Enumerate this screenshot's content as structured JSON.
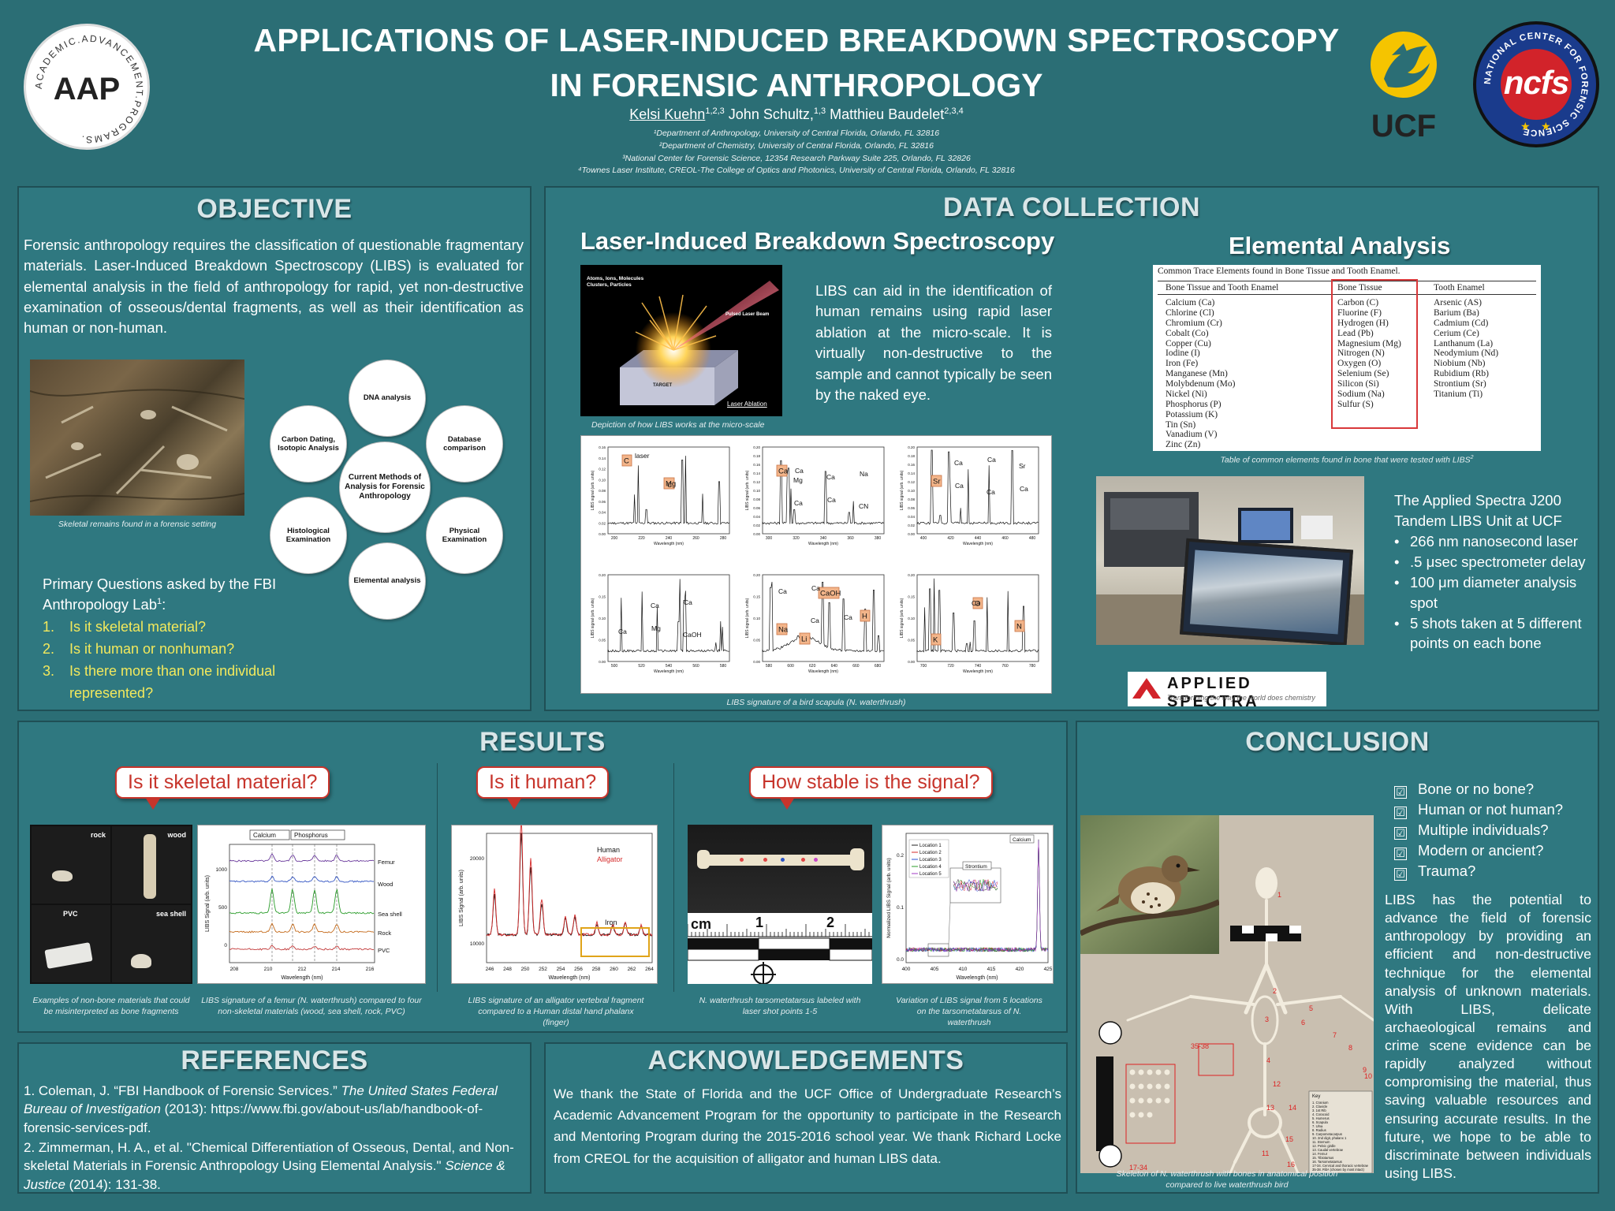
{
  "header": {
    "title_line1": "APPLICATIONS OF LASER-INDUCED BREAKDOWN SPECTROSCOPY",
    "title_line2": "IN FORENSIC ANTHROPOLOGY",
    "author1": "Kelsi Kuehn",
    "author1_sup": "1,2,3",
    "author2": " John Schultz,",
    "author2_sup": "1,3",
    "author3": " Matthieu Baudelet",
    "author3_sup": "2,3,4",
    "affil1": "¹Department of Anthropology, University of Central Florida, Orlando, FL 32816",
    "affil2": "²Department of Chemistry, University of Central Florida, Orlando, FL 32816",
    "affil3": "³National Center for Forensic Science, 12354 Research Parkway Suite 225, Orlando, FL 32826",
    "affil4": "⁴Townes Laser Institute, CREOL-The College of Optics and Photonics, University of Central Florida, Orlando, FL 32816",
    "logo_aap_text": "AAP",
    "logo_aap_ring": "ACADEMIC.ADVANCEMENT.PROGRAMS.",
    "logo_ucf_text": "UCF",
    "logo_ncfs_text": "ncfs",
    "logo_ncfs_ring": "NATIONAL CENTER FOR FORENSIC SCIENCE"
  },
  "objective": {
    "title": "OBJECTIVE",
    "text": "Forensic anthropology requires the classification of questionable fragmentary materials. Laser-Induced Breakdown Spectroscopy (LIBS) is evaluated for elemental analysis in the field of anthropology for rapid, yet non-destructive examination of osseous/dental fragments, as well as their identification as human or non-human.",
    "photo_caption": "Skeletal remains found in a forensic setting",
    "diagram": {
      "center": "Current Methods of Analysis for Forensic Anthropology",
      "nodes": [
        "DNA analysis",
        "Database comparison",
        "Physical Examination",
        "Elemental analysis",
        "Histological Examination",
        "Carbon Dating, Isotopic Analysis"
      ]
    },
    "questions_heading": "Primary Questions asked by the FBI Anthropology Lab",
    "questions_sup": "1",
    "questions_colon": ":",
    "questions": [
      {
        "num": "1.",
        "text": "Is it skeletal material?"
      },
      {
        "num": "2.",
        "text": "Is it human or nonhuman?"
      },
      {
        "num": "3.",
        "text": "Is there more than one individual represented?"
      }
    ]
  },
  "data_collection": {
    "title": "DATA COLLECTION",
    "libs_title": "Laser-Induced Breakdown Spectroscopy",
    "libs_text": "LIBS can aid in the identification of human remains using rapid laser ablation at the micro-scale. It is virtually non-destructive to the sample and cannot typically be seen by the naked eye.",
    "libs_img_labels": {
      "top": "Atoms, Ions, Molecules Clusters, Particles",
      "beam": "Pulsed Laser Beam",
      "target": "TARGET",
      "ablation": "Laser Ablation"
    },
    "libs_img_caption": "Depiction of how LIBS works at the micro-scale",
    "spectra_caption": "LIBS signature of a bird scapula (N. waterthrush)",
    "spectra_ylabel": "LIBS signal (arb. units)",
    "spectra_xlabel": "Wavelength (nm)",
    "spectra_panels": [
      {
        "labels": [
          "C",
          "Mg"
        ],
        "text": [
          "laser",
          "C"
        ],
        "ticks": [
          "200",
          "220",
          "240",
          "260",
          "280"
        ],
        "y": [
          "0.16",
          "0.14",
          "0.12",
          "0.10",
          "0.08",
          "0.06",
          "0.04",
          "0.02",
          "0.00"
        ]
      },
      {
        "labels": [
          "Ca"
        ],
        "text": [
          "Ca",
          "Ca",
          "Na",
          "Ca",
          "Ca",
          "CN",
          "Mg"
        ],
        "ticks": [
          "300",
          "320",
          "340",
          "360",
          "380"
        ],
        "y": [
          "0.20",
          "0.18",
          "0.16",
          "0.14",
          "0.12",
          "0.10",
          "0.08",
          "0.06",
          "0.04",
          "0.02",
          "0.00"
        ]
      },
      {
        "labels": [
          "Sr"
        ],
        "text": [
          "Ca",
          "Ca",
          "Ca",
          "Ca",
          "Ca",
          "Sr"
        ],
        "ticks": [
          "400",
          "420",
          "440",
          "460",
          "480"
        ],
        "y": [
          "0.20",
          "0.18",
          "0.16",
          "0.14",
          "0.12",
          "0.10",
          "0.08",
          "0.06",
          "0.04",
          "0.02",
          "0.00"
        ]
      },
      {
        "labels": [],
        "text": [
          "Mg",
          "Ca",
          "Ca",
          "Ca",
          "CaOH"
        ],
        "ticks": [
          "500",
          "520",
          "540",
          "560",
          "580"
        ],
        "y": [
          "0.20",
          "0.15",
          "0.10",
          "0.05",
          "0.00"
        ]
      },
      {
        "labels": [
          "Na",
          "CaOH",
          "H",
          "Li"
        ],
        "text": [
          "Ca",
          "Ca",
          "Ca",
          "Ca"
        ],
        "ticks": [
          "580",
          "600",
          "620",
          "640",
          "660",
          "680"
        ],
        "y": [
          "0.20",
          "0.15",
          "0.10",
          "0.05",
          "0.00"
        ]
      },
      {
        "labels": [
          "K",
          "O",
          "N"
        ],
        "text": [
          "Ca"
        ],
        "ticks": [
          "700",
          "720",
          "740",
          "760",
          "780"
        ],
        "y": [
          "0.20",
          "0.15",
          "0.10",
          "0.05",
          "0.00"
        ]
      }
    ],
    "elemental_title": "Elemental Analysis",
    "table": {
      "heading": "Common Trace Elements found in Bone Tissue and Tooth Enamel.",
      "col1_head": "Bone Tissue and Tooth Enamel",
      "col2_head": "Bone Tissue",
      "col3_head": "Tooth Enamel",
      "col1": [
        "Calcium (Ca)",
        "Chlorine (Cl)",
        "Chromium (Cr)",
        "Cobalt (Co)",
        "Copper (Cu)",
        "Iodine (I)",
        "Iron (Fe)",
        "Manganese (Mn)",
        "Molybdenum (Mo)",
        "Nickel (Ni)",
        "Phosphorus (P)",
        "Potassium (K)",
        "Tin (Sn)",
        "Vanadium (V)",
        "Zinc (Zn)"
      ],
      "col2": [
        "Carbon (C)",
        "Fluorine (F)",
        "Hydrogen (H)",
        "Lead (Pb)",
        "Magnesium (Mg)",
        "Nitrogen (N)",
        "Oxygen (O)",
        "Selenium (Se)",
        "Silicon (Si)",
        "Sodium (Na)",
        "Sulfur (S)"
      ],
      "col3": [
        "Arsenic (AS)",
        "Barium (Ba)",
        "Cadmium (Cd)",
        "Cerium (Ce)",
        "Lanthanum (La)",
        "Neodymium (Nd)",
        "Niobium (Nb)",
        "Rubidium (Rb)",
        "Strontium (Sr)",
        "Titanium (Ti)"
      ],
      "caption": "Table of common elements found in bone that were tested with LIBS",
      "caption_sup": "2"
    },
    "instrument_text": "The Applied Spectra J200 Tandem LIBS Unit at UCF",
    "instrument_bullets": [
      "266 nm nanosecond laser",
      ".5 μsec spectrometer delay",
      "100 μm diameter analysis spot",
      "5 shots taken at 5 different points on each bone"
    ],
    "applied_spectra_logo": "APPLIED SPECTRA",
    "applied_spectra_tagline": "Transforming the way the world does chemistry"
  },
  "results": {
    "title": "RESULTS",
    "callouts": [
      "Is it skeletal material?",
      "Is it human?",
      "How stable is the signal?"
    ],
    "materials_labels": [
      "rock",
      "wood",
      "PVC",
      "sea shell"
    ],
    "materials_caption": "Examples of non-bone materials that could be misinterpreted as bone fragments",
    "femur_chart": {
      "tags": [
        "Calcium",
        "Phosphorus"
      ],
      "series": [
        "Femur",
        "Wood",
        "Sea shell",
        "Rock",
        "PVC"
      ],
      "ylabel": "LIBS Signal (arb. units)",
      "yticks": [
        "1000",
        "500",
        "0"
      ],
      "xticks": [
        "208",
        "210",
        "212",
        "214",
        "216"
      ],
      "xlabel": "Wavelength (nm)",
      "caption": "LIBS signature of a femur (N. waterthrush) compared to four non-skeletal materials (wood, sea shell, rock, PVC)"
    },
    "human_chart": {
      "legend": [
        "Human",
        "Alligator"
      ],
      "annotation": "Iron",
      "ylabel": "LIBS Signal (arb. units)",
      "yticks": [
        "20000",
        "10000"
      ],
      "xticks": [
        "246",
        "248",
        "250",
        "252",
        "254",
        "256",
        "258",
        "260",
        "262",
        "264"
      ],
      "xlabel": "Wavelength (nm)",
      "caption": "LIBS signature of an alligator vertebral fragment compared to a Human distal hand phalanx (finger)"
    },
    "bone_photo": {
      "scale_cm": "cm",
      "scale_1": "1",
      "scale_2": "2"
    },
    "bone_caption": "N. waterthrush tarsometatarsus labeled with laser shot points 1-5",
    "stable_chart": {
      "legend": [
        "Location 1",
        "Location 2",
        "Location 3",
        "Location 4",
        "Location 5"
      ],
      "tags": [
        "Calcium",
        "Strontium"
      ],
      "ylabel": "Normalized LIBS Signal (arb. units)",
      "yticks": [
        "0.2",
        "0.1",
        "0.0"
      ],
      "xticks": [
        "400",
        "405",
        "410",
        "415",
        "420",
        "425"
      ],
      "xlabel": "Wavelength (nm)",
      "caption": "Variation of LIBS signal from 5 locations on the tarsometatarsus of N. waterthrush"
    }
  },
  "conclusion": {
    "title": "CONCLUSION",
    "checks": [
      "Bone or no bone?",
      "Human or not human?",
      "Multiple individuals?",
      "Modern or ancient?",
      "Trauma?"
    ],
    "check_mark": "☑",
    "text": "LIBS has the potential to advance the field of forensic anthropology by providing an efficient and non-destructive technique for the elemental analysis of unknown materials. With LIBS, delicate archaeological remains and crime scene evidence can be rapidly analyzed without compromising the material, thus saving valuable resources and ensuring accurate results. In the future, we hope to be able to discriminate between individuals using LIBS.",
    "skeleton_numbers": [
      "1",
      "2",
      "3",
      "4",
      "5",
      "6",
      "7",
      "8",
      "9",
      "10",
      "11",
      "12",
      "13",
      "14",
      "15",
      "16",
      "35-38",
      "17-34"
    ],
    "key_title": "Key",
    "key_items": [
      "1. Cranium",
      "2. Clavicle",
      "3. 1st Rib",
      "4. Coracoid",
      "5. Humerus",
      "6. Scapula",
      "7. Ulna",
      "8. Radius",
      "9. Carpometacarpus",
      "10. 2nd digit, phalanx 1",
      "11. Sternum",
      "12. Pelvic girdle",
      "13. Caudal vertebrae",
      "14. Femur",
      "15. Tibiotarsus",
      "16. Tarsometatarsus",
      "17-34. Cervical and thoracic vertebrae",
      "35-38. Ribs (chosen by most intact)"
    ],
    "skeleton_caption": "Skeleton of N. waterthrush with bones in anatomical position compared to live waterthrush bird"
  },
  "references": {
    "title": "REFERENCES",
    "ref1_a": "1. Coleman, J. “FBI Handbook of Forensic Services.” ",
    "ref1_b": "The United States Federal Bureau of Investigation",
    "ref1_c": " (2013): https://www.fbi.gov/about-us/lab/handbook-of-forensic-services-pdf.",
    "ref2_a": "2. Zimmerman, H. A., et al. \"Chemical Differentiation of Osseous, Dental, and Non-skeletal Materials in Forensic Anthropology Using Elemental Analysis.\" ",
    "ref2_b": "Science & Justice",
    "ref2_c": " (2014): 131-38."
  },
  "acknowledgements": {
    "title": "ACKNOWLEDGEMENTS",
    "text": "We thank the State of Florida and the UCF Office of Undergraduate Research’s Academic Advancement Program for the opportunity to participate in the Research and Mentoring Program during the 2015-2016 school year. We thank Richard Locke from CREOL for  the acquisition of alligator and human LIBS data."
  },
  "colors": {
    "background": "#2b6e75",
    "panel": "#2f7880",
    "highlight": "#f3e95c",
    "callout_red": "#c7342b",
    "label_orange": "#f3b58a",
    "ucf_gold": "#f5c400",
    "ncfs_red": "#d2232a",
    "ncfs_blue": "#1a3b8c"
  }
}
